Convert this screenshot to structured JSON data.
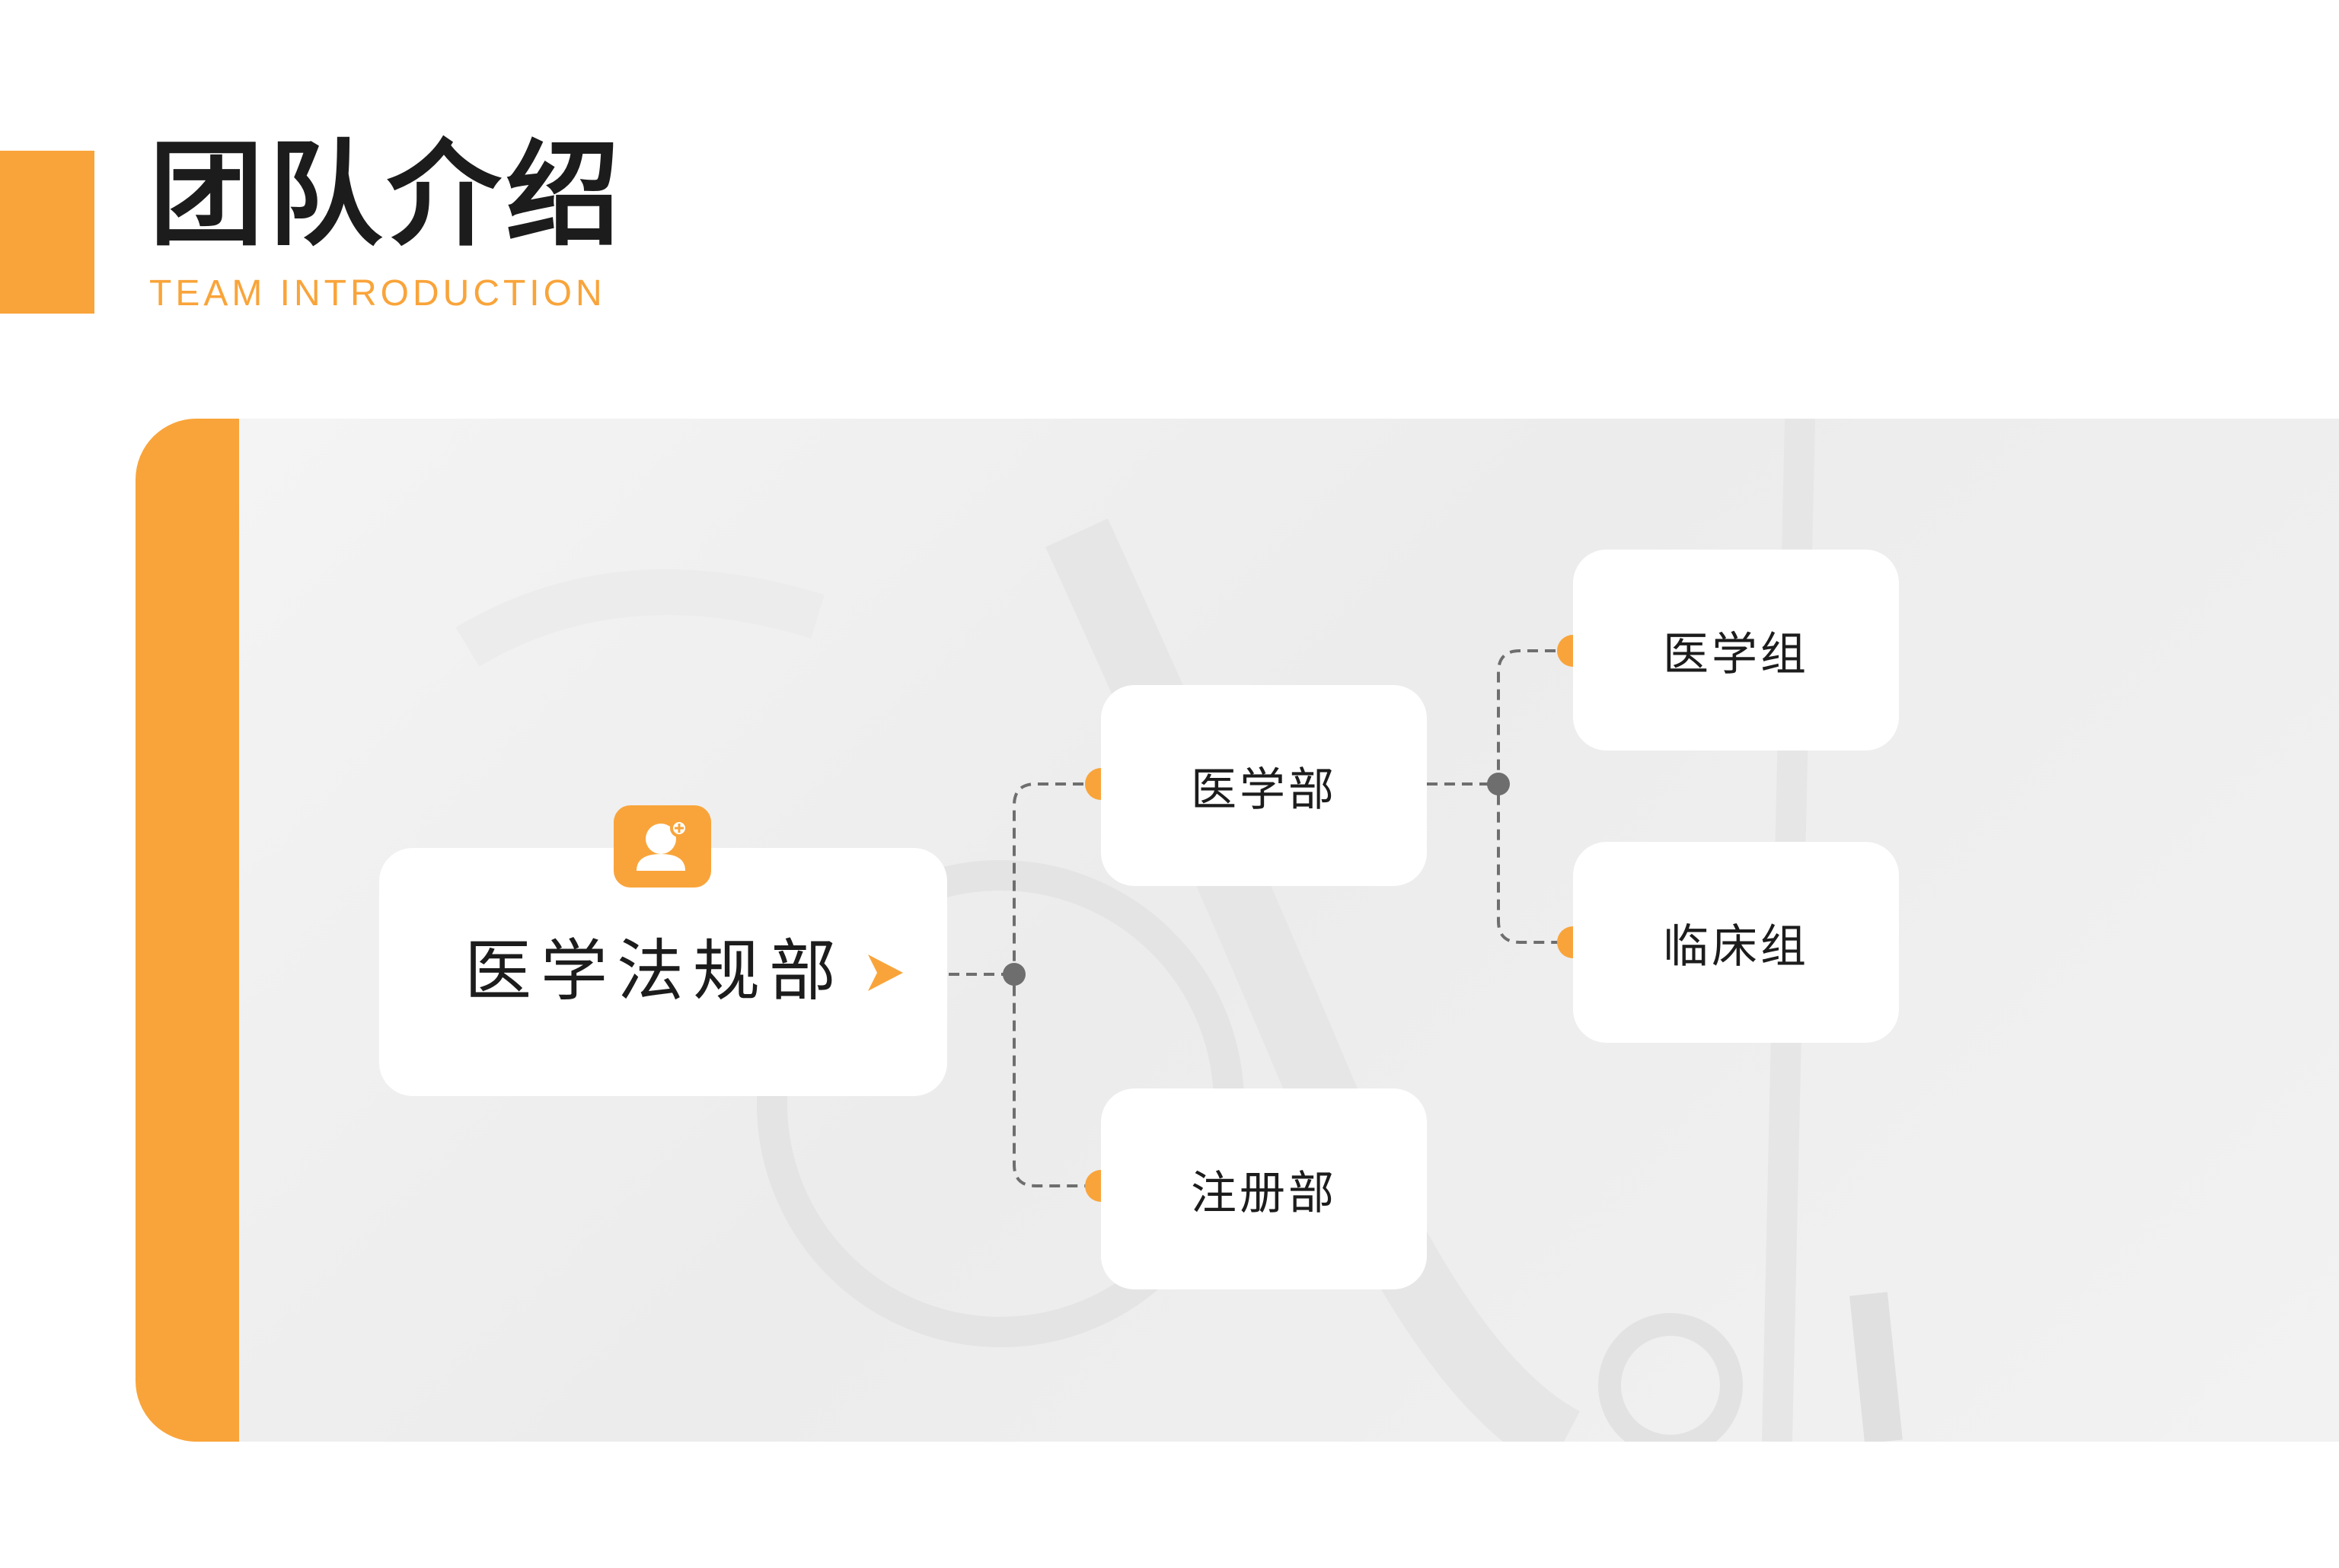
{
  "page": {
    "title": "团队介绍",
    "subtitle": "TEAM INTRODUCTION"
  },
  "colors": {
    "accent": "#F9A43A",
    "connector": "#6e6e6e",
    "text": "#1c1c1c"
  },
  "org_chart": {
    "root": {
      "label": "医学法规部",
      "icon": "user-icon"
    },
    "departments": [
      {
        "label": "医学部",
        "groups": [
          {
            "label": "医学组"
          },
          {
            "label": "临床组"
          }
        ]
      },
      {
        "label": "注册部",
        "groups": []
      }
    ]
  }
}
